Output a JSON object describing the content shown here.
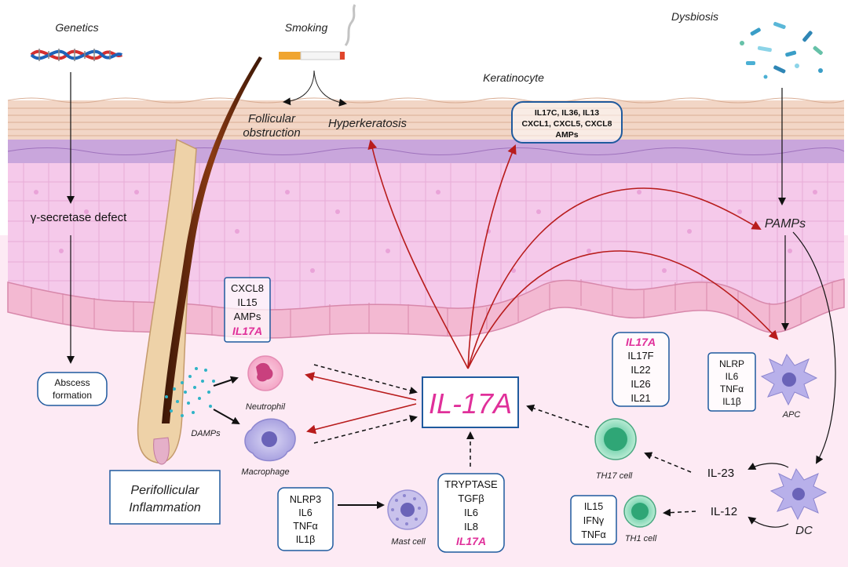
{
  "labels": {
    "genetics": "Genetics",
    "smoking": "Smoking",
    "dysbiosis": "Dysbiosis",
    "keratinocyte": "Keratinocyte",
    "follicular_1": "Follicular",
    "follicular_2": "obstruction",
    "hyperkeratosis": "Hyperkeratosis",
    "gamma_secretase": "γ-secretase defect",
    "abscess_1": "Abscess",
    "abscess_2": "formation",
    "pamps": "PAMPs",
    "damps": "DAMPs",
    "neutrophil": "Neutrophil",
    "macrophage": "Macrophage",
    "mast_cell": "Mast cell",
    "apc": "APC",
    "dc": "DC",
    "th17": "TH17 cell",
    "th1": "TH1 cell",
    "il17a_main": "IL-17A",
    "il23": "IL-23",
    "il12": "IL-12",
    "perifollicular_1": "Perifollicular",
    "perifollicular_2": "Inflammation"
  },
  "boxes": {
    "keratinocyte_box": [
      "IL17C, IL36, IL13",
      "CXCL1, CXCL5, CXCL8",
      "AMPs"
    ],
    "follicle_box": [
      "CXCL8",
      "IL15",
      "AMPs",
      "IL17A"
    ],
    "th17_box": [
      "IL17A",
      "IL17F",
      "IL22",
      "IL26",
      "IL21"
    ],
    "apc_box": [
      "NLRP",
      "IL6",
      "TNFα",
      "IL1β"
    ],
    "mast_left_box": [
      "NLRP3",
      "IL6",
      "TNFα",
      "IL1β"
    ],
    "mast_right_box": [
      "TRYPTASE",
      "TGFβ",
      "IL6",
      "IL8",
      "IL17A"
    ],
    "th1_box": [
      "IL15",
      "IFNγ",
      "TNFα"
    ]
  },
  "colors": {
    "accent_pink": "#e0309a",
    "arrow_red": "#b81c1c",
    "box_blue": "#1f5a9e",
    "stratum_corneum": "#f0d3c1",
    "granular_layer": "#c9a6dc",
    "spinous_layer": "#f4c9ea",
    "basal_layer": "#f3b8d2",
    "dermis": "#fce9f4"
  }
}
